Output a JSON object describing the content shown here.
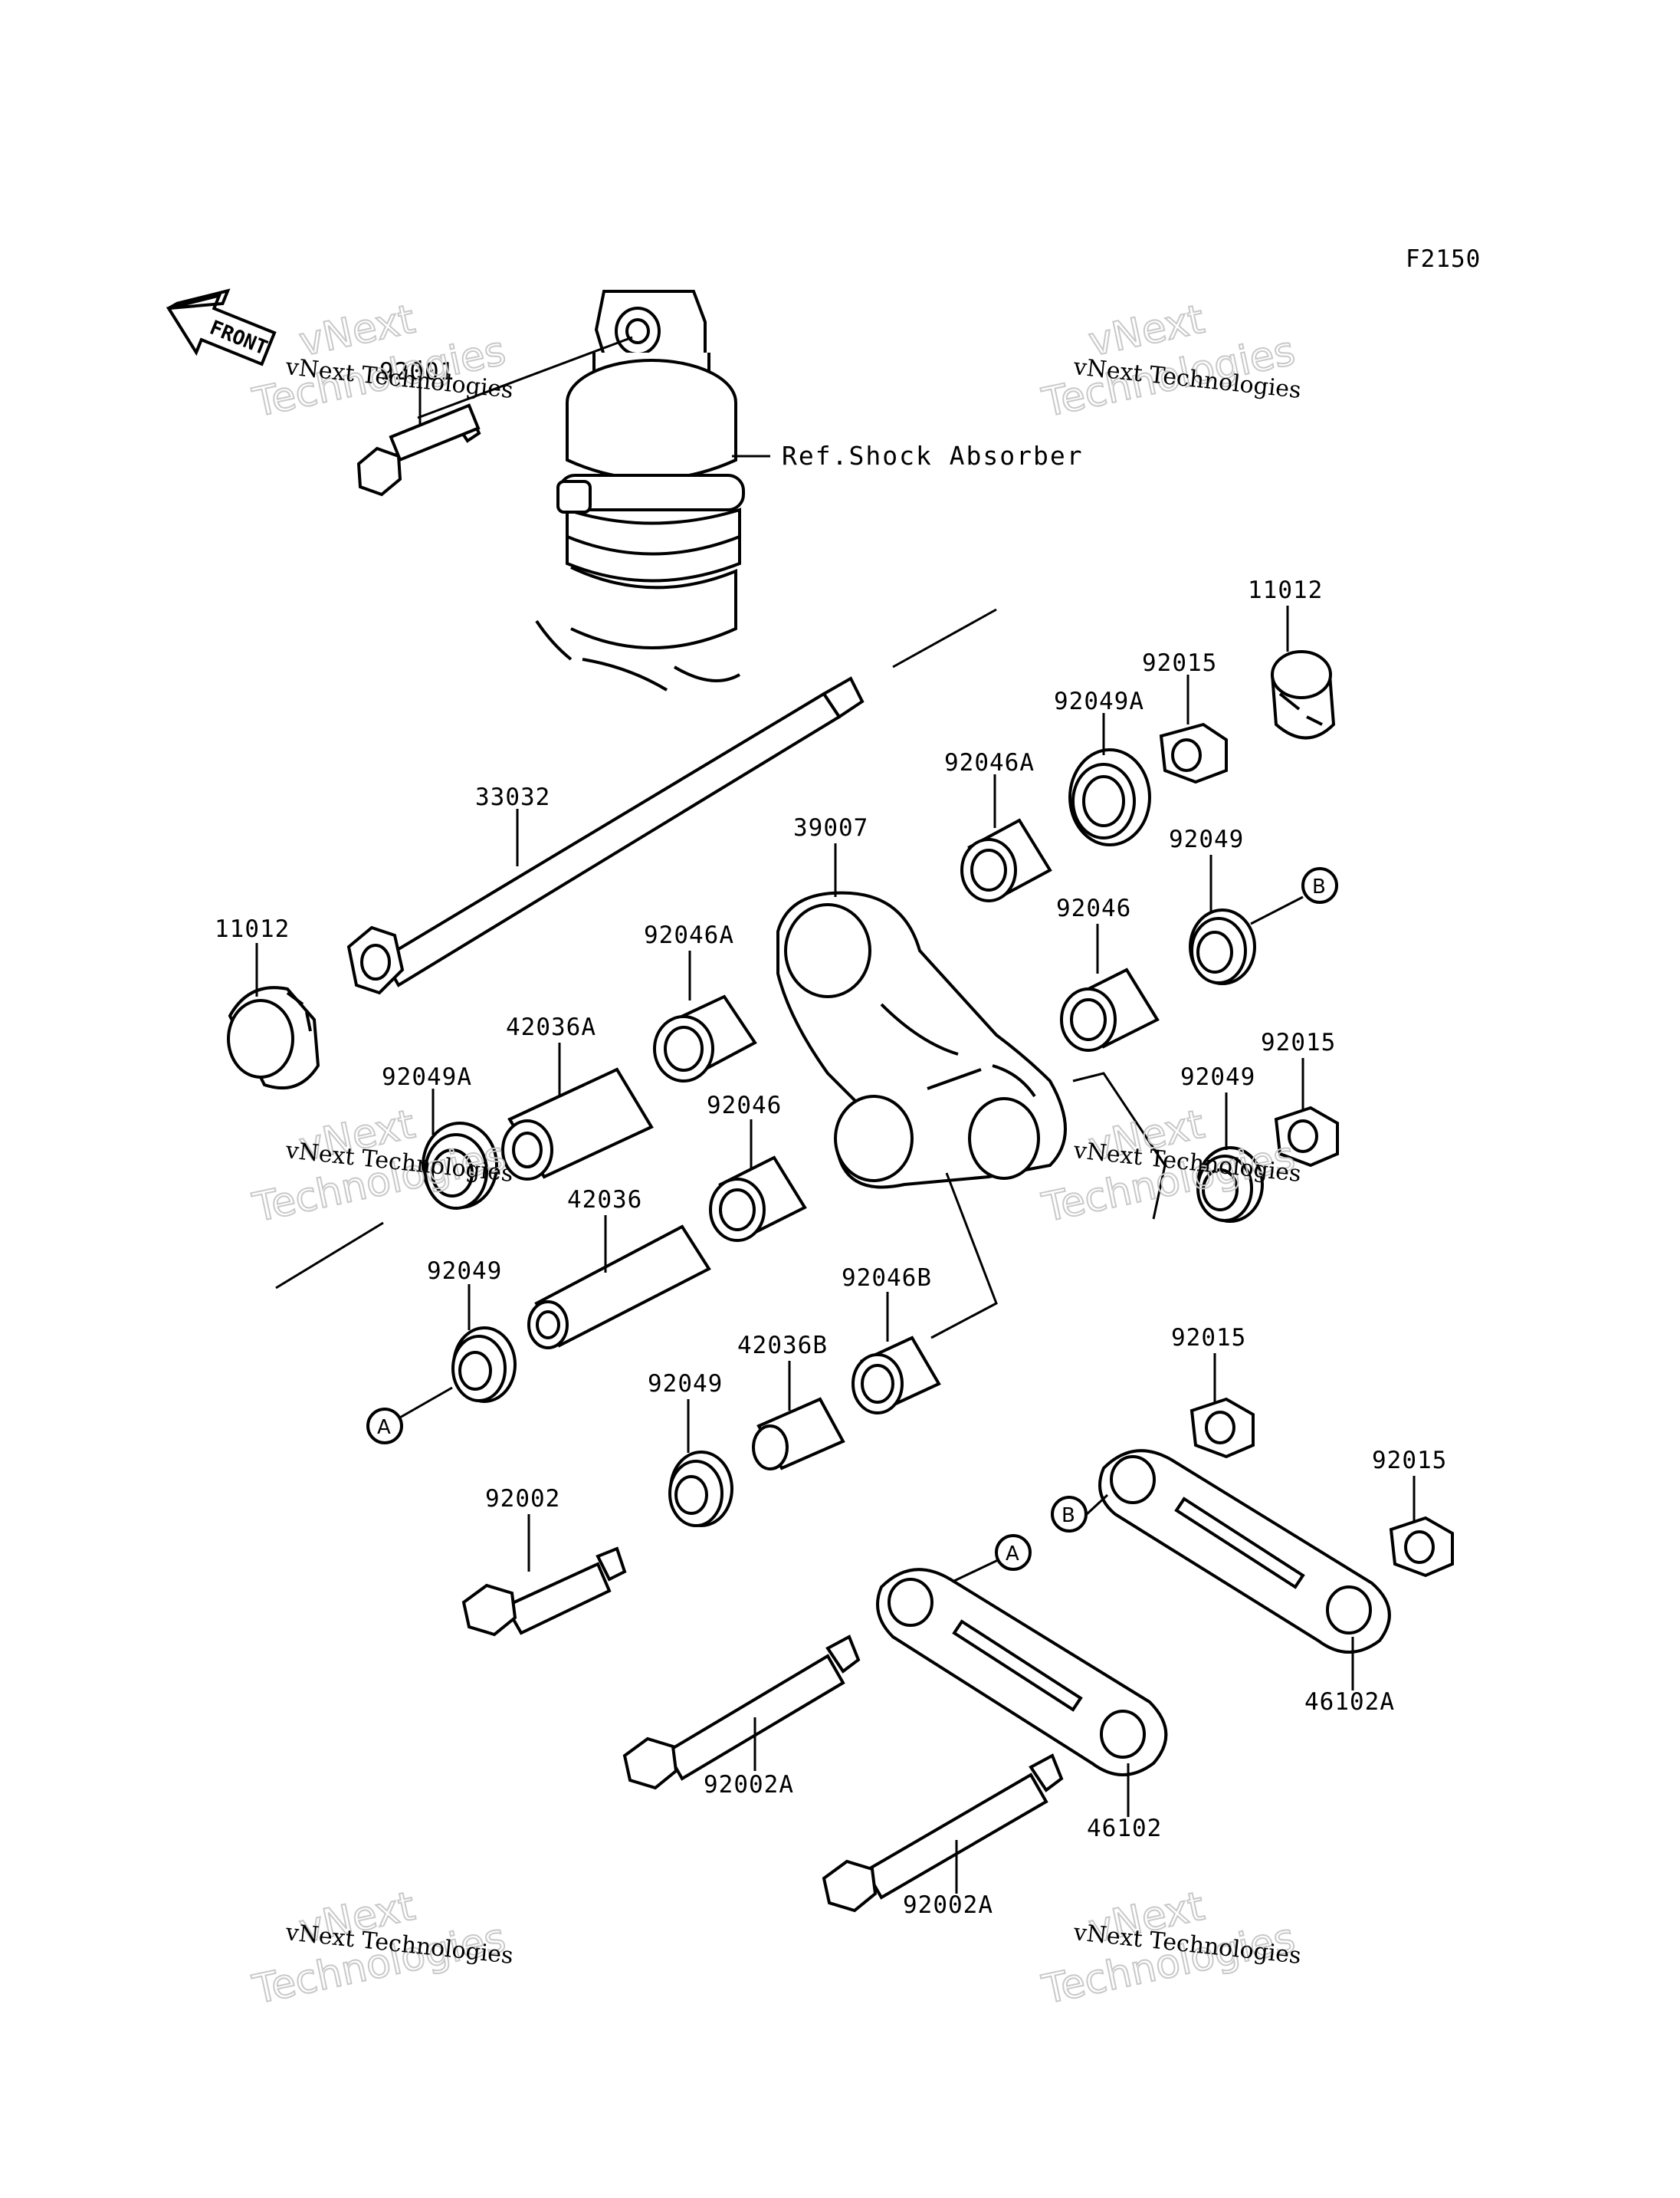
{
  "diagram_code": "F2150",
  "front_label": "FRONT",
  "reference_note": "Ref.Shock Absorber",
  "watermarks": [
    {
      "line1": "vNext Technologies",
      "line2": "vNext",
      "line3": "Technologies"
    },
    {
      "line1": "vNext Technologies",
      "line2": "vNext",
      "line3": "Technologies"
    },
    {
      "line1": "vNext Technologies",
      "line2": "vNext",
      "line3": "Technologies"
    },
    {
      "line1": "vNext Technologies",
      "line2": "vNext",
      "line3": "Technologies"
    },
    {
      "line1": "vNext Technologies",
      "line2": "vNext",
      "line3": "Technologies"
    },
    {
      "line1": "vNext Technologies",
      "line2": "vNext",
      "line3": "Technologies"
    }
  ],
  "connectors": {
    "a": "A",
    "b": "B"
  },
  "parts": {
    "p92001": "92001",
    "p11012_top": "11012",
    "p92015_top": "92015",
    "p92049A_top": "92049A",
    "p92046A_top": "92046A",
    "p33032": "33032",
    "p39007": "39007",
    "p92049_r1": "92049",
    "p11012_left": "11012",
    "p92046A_mid": "92046A",
    "p92046_r": "92046",
    "p42036A": "42036A",
    "p92049A_left": "92049A",
    "p92015_r": "92015",
    "p92049_r2": "92049",
    "p92046_mid": "92046",
    "p42036": "42036",
    "p92049_left": "92049",
    "p92046B": "92046B",
    "p42036B": "42036B",
    "p92049_low": "92049",
    "p92015_low": "92015",
    "p92015_far": "92015",
    "p92002": "92002",
    "p46102A": "46102A",
    "p92002A_1": "92002A",
    "p46102": "46102",
    "p92002A_2": "92002A"
  }
}
